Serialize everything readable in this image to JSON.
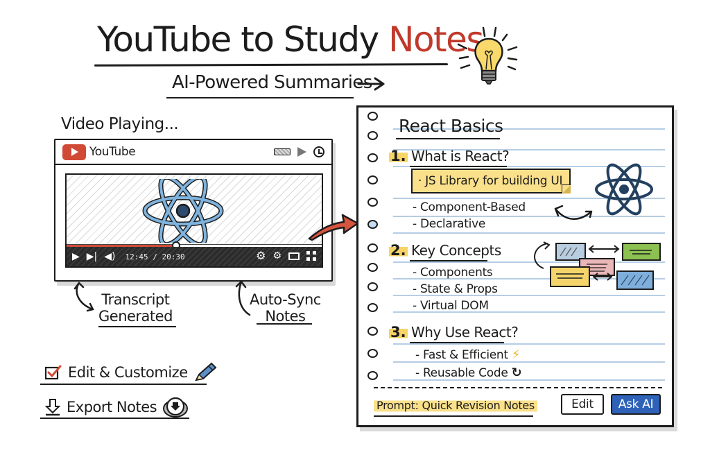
{
  "header": {
    "title_main": "YouTube to Study ",
    "title_accent": "Notes",
    "subtitle": "AI-Powered Summaries",
    "bulb_icon": "lightbulb-icon"
  },
  "video_panel": {
    "label": "Video Playing...",
    "app_name": "YouTube",
    "logo_icon": "youtube-play-icon",
    "header_icons": [
      "battery-icon",
      "play-icon",
      "clock-icon"
    ],
    "video_icon": "react-atom-icon",
    "progress_percent": 43,
    "current_time": "12:45",
    "total_time": "20:30",
    "time_display": "12:45 / 20:30",
    "controls_left": [
      "play-icon",
      "next-icon",
      "volume-icon"
    ],
    "controls_right": [
      "settings-icon",
      "gear-icon",
      "theater-icon",
      "fullscreen-icon"
    ]
  },
  "captions": {
    "transcript_line1": "Transcript",
    "transcript_line2": "Generated",
    "sync_line1": "Auto-Sync",
    "sync_line2": "Notes"
  },
  "features": [
    {
      "label": "Edit & Customize",
      "icon": "checkbox-icon",
      "trailing_icon": "pencil-icon"
    },
    {
      "label": "Export Notes",
      "icon": "download-icon",
      "trailing_icon": "download-circle-icon"
    }
  ],
  "notebook": {
    "title": "React Basics",
    "sections": [
      {
        "number": "1.",
        "title": "What is React?",
        "highlight": "· JS Library for building UI",
        "bullets": [
          "- Component-Based",
          "- Declarative"
        ]
      },
      {
        "number": "2.",
        "title": "Key Concepts",
        "bullets": [
          "- Components",
          "- State & Props",
          "- Virtual DOM"
        ]
      },
      {
        "number": "3.",
        "title": "Why Use React?",
        "bullets": [
          "- Fast & Efficient",
          "- Reusable Code"
        ],
        "bullet_icons": [
          "lightning-icon",
          "refresh-icon"
        ]
      }
    ],
    "prompt": "Prompt: Quick Revision Notes",
    "edit_button": "Edit",
    "ask_button": "Ask AI"
  },
  "colors": {
    "accent_red": "#c0392b",
    "youtube_red": "#d04a35",
    "react_blue": "#7fb3dd",
    "highlight_yellow": "#fae08a",
    "ask_ai_blue": "#2e62b8",
    "ruled_line": "#b5cde4"
  }
}
